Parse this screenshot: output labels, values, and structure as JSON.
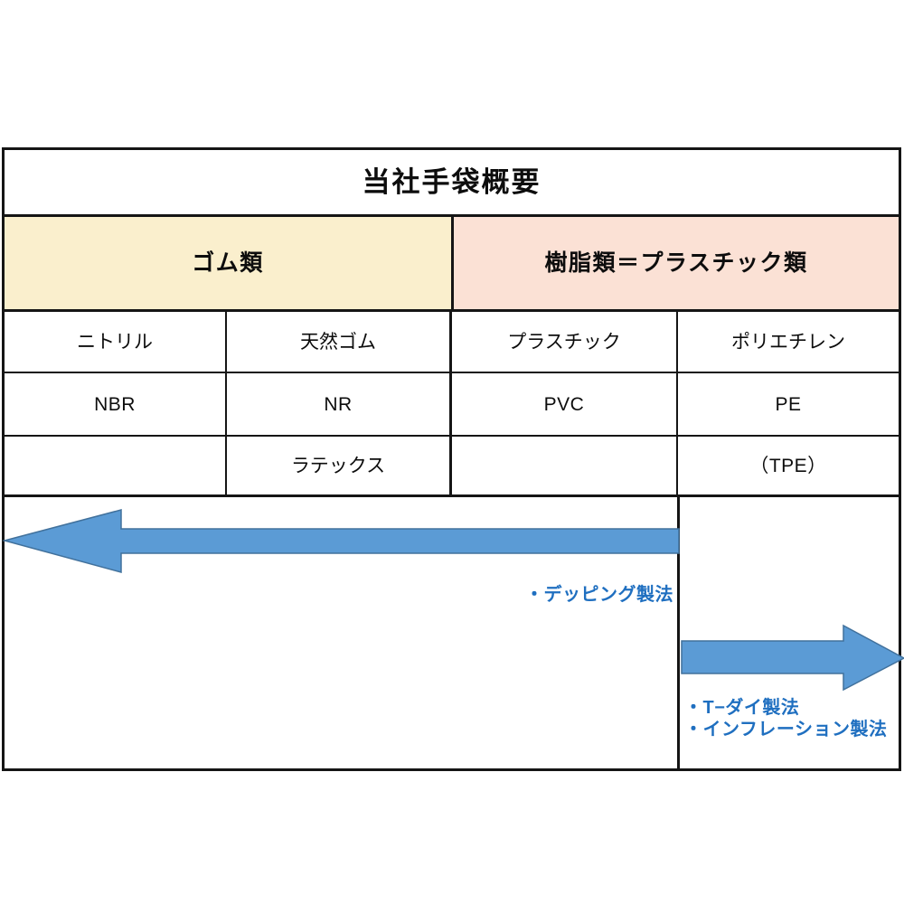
{
  "document": {
    "title": "当社手袋概要"
  },
  "categories": [
    {
      "key": "rubber",
      "label": "ゴム類",
      "bg": "#FAEFCD"
    },
    {
      "key": "resin",
      "label": "樹脂類＝プラスチック類",
      "bg": "#FBE1D5"
    }
  ],
  "table": {
    "rows": [
      {
        "cells": [
          "ニトリル",
          "天然ゴム",
          "プラスチック",
          "ポリエチレン"
        ]
      },
      {
        "cells": [
          "NBR",
          "NR",
          "PVC",
          "PE"
        ]
      },
      {
        "cells": [
          "",
          "ラテックス",
          "",
          "（TPE）"
        ]
      }
    ]
  },
  "arrows": [
    {
      "key": "dipping-arrow",
      "direction": "left",
      "color": "#5B9BD5",
      "stroke": "#41719C",
      "spans": "ゴム類"
    },
    {
      "key": "extrusion-arrow",
      "direction": "right",
      "color": "#5B9BD5",
      "stroke": "#41719C",
      "spans": "樹脂類＝プラスチック類"
    }
  ],
  "annotations": {
    "color": "#1F6FC0",
    "dipping": "・デッピング製法",
    "extrusion": [
      "・T−ダイ製法",
      "・インフレーション製法"
    ]
  }
}
